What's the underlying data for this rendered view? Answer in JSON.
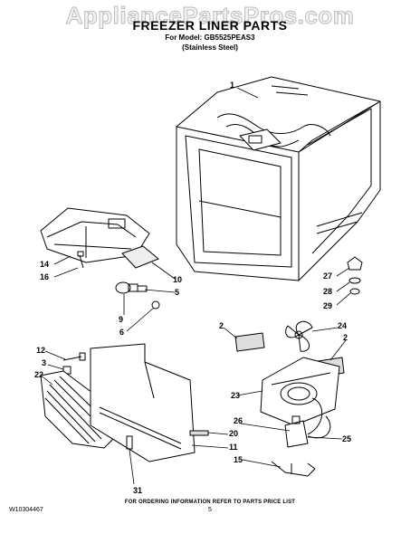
{
  "watermark": "AppliancePartsPros.com",
  "header": {
    "title": "FREEZER LINER PARTS",
    "model_line": "For Model: GB5525PEAS3",
    "finish_line": "(Stainless Steel)"
  },
  "callouts": [
    "1",
    "14",
    "16",
    "10",
    "5",
    "9",
    "6",
    "27",
    "28",
    "29",
    "2",
    "24",
    "2",
    "12",
    "3",
    "22",
    "23",
    "26",
    "25",
    "20",
    "11",
    "15",
    "31"
  ],
  "footer": {
    "note": "FOR ORDERING INFORMATION REFER TO PARTS PRICE LIST",
    "doc_number": "W10304467",
    "page_number": "5"
  }
}
